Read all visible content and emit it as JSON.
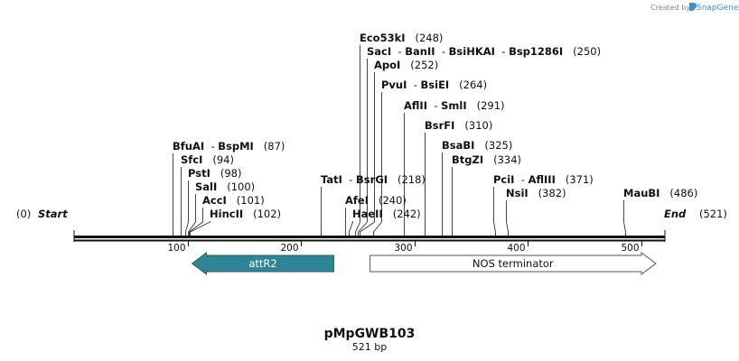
{
  "credit": {
    "prefix": "Created by",
    "brand": "SnapGene"
  },
  "plasmid": {
    "name": "pMpGWB103",
    "length_label": "521 bp",
    "length_bp": 521
  },
  "ends": {
    "start": {
      "label": "Start",
      "pos_label": "(0)"
    },
    "end": {
      "label": "End",
      "pos_label": "(521)"
    }
  },
  "axis_ticks": [
    {
      "bp": 100,
      "label": "100"
    },
    {
      "bp": 200,
      "label": "200"
    },
    {
      "bp": 300,
      "label": "300"
    },
    {
      "bp": 400,
      "label": "400"
    },
    {
      "bp": 500,
      "label": "500"
    }
  ],
  "sites": [
    {
      "names": [
        "Eco53kI"
      ],
      "pos": 248,
      "pos_label": "(248)"
    },
    {
      "names": [
        "SacI",
        "BanII",
        "BsiHKAI",
        "Bsp1286I"
      ],
      "pos": 250,
      "pos_label": "(250)"
    },
    {
      "names": [
        "ApoI"
      ],
      "pos": 252,
      "pos_label": "(252)"
    },
    {
      "names": [
        "PvuI",
        "BsiEI"
      ],
      "pos": 264,
      "pos_label": "(264)"
    },
    {
      "names": [
        "AflII",
        "SmlI"
      ],
      "pos": 291,
      "pos_label": "(291)"
    },
    {
      "names": [
        "BsrFI"
      ],
      "pos": 310,
      "pos_label": "(310)"
    },
    {
      "names": [
        "BfuAI",
        "BspMI"
      ],
      "pos": 87,
      "pos_label": "(87)"
    },
    {
      "names": [
        "BsaBI"
      ],
      "pos": 325,
      "pos_label": "(325)"
    },
    {
      "names": [
        "SfcI"
      ],
      "pos": 94,
      "pos_label": "(94)"
    },
    {
      "names": [
        "BtgZI"
      ],
      "pos": 334,
      "pos_label": "(334)"
    },
    {
      "names": [
        "PstI"
      ],
      "pos": 98,
      "pos_label": "(98)"
    },
    {
      "names": [
        "TatI",
        "BsrGI"
      ],
      "pos": 218,
      "pos_label": "(218)"
    },
    {
      "names": [
        "PciI",
        "AflIII"
      ],
      "pos": 371,
      "pos_label": "(371)"
    },
    {
      "names": [
        "SalI"
      ],
      "pos": 100,
      "pos_label": "(100)"
    },
    {
      "names": [
        "NsiI"
      ],
      "pos": 382,
      "pos_label": "(382)"
    },
    {
      "names": [
        "MauBI"
      ],
      "pos": 486,
      "pos_label": "(486)"
    },
    {
      "names": [
        "AccI"
      ],
      "pos": 101,
      "pos_label": "(101)"
    },
    {
      "names": [
        "AfeI"
      ],
      "pos": 240,
      "pos_label": "(240)"
    },
    {
      "names": [
        "HincII"
      ],
      "pos": 102,
      "pos_label": "(102)"
    },
    {
      "names": [
        "HaeII"
      ],
      "pos": 242,
      "pos_label": "(242)"
    }
  ],
  "features": [
    {
      "name": "attR2",
      "start": 104,
      "end": 229,
      "direction": "reverse",
      "fill": "#2f8496",
      "text_color": "#ffffff",
      "stroke": "#1f5f6e"
    },
    {
      "name": "NOS terminator",
      "start": 261,
      "end": 513,
      "direction": "forward",
      "fill": "#ffffff",
      "text_color": "#111111",
      "stroke": "#555555"
    }
  ]
}
